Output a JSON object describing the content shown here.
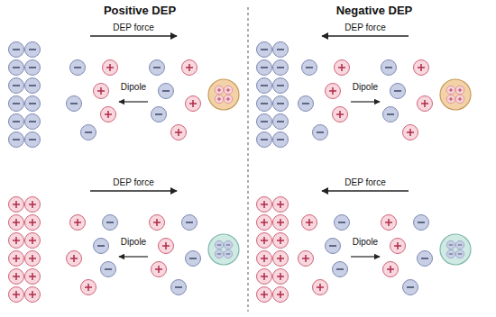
{
  "diagram": {
    "nodes": [
      {
        "text": [
          "Dipole"
        ]
      },
      {
        "text": [
          "Dipole"
        ]
      },
      {
        "text": [
          "Dipole"
        ]
      },
      {
        "text": [
          "Dipole"
        ]
      }
    ],
    "labels": [
      "Positive DEP",
      "Negative DEP",
      "DEP force",
      "DEP force",
      "DEP force",
      "DEP force"
    ]
  }
}
